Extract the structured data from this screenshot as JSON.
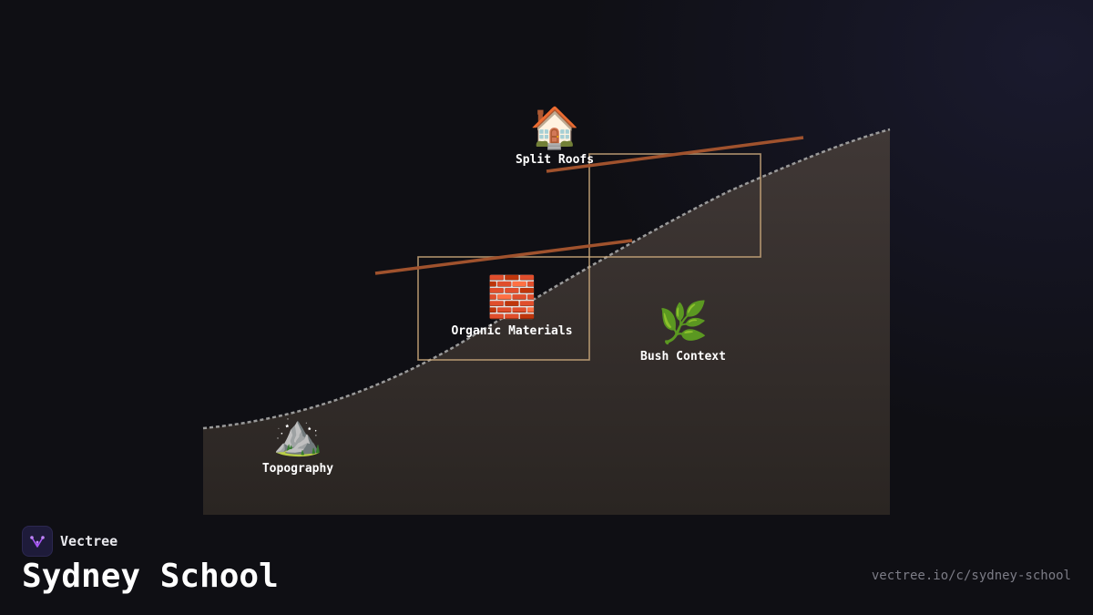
{
  "brand": {
    "name": "Vectree",
    "logo_icon": "tree-branch-icon",
    "logo_color": "#a855f7"
  },
  "page": {
    "title": "Sydney School",
    "url": "vectree.io/c/sydney-school"
  },
  "diagram": {
    "nodes": [
      {
        "id": "split-roofs",
        "emoji": "🏠",
        "label": "Split Roofs"
      },
      {
        "id": "organic-materials",
        "emoji": "🧱",
        "label": "Organic Materials"
      },
      {
        "id": "bush-context",
        "emoji": "🌿",
        "label": "Bush Context"
      },
      {
        "id": "topography",
        "emoji": "⛰️",
        "label": "Topography"
      }
    ],
    "colors": {
      "terrain_fill": "#3a3431",
      "terrain_edge": "#9a9a9a",
      "frame_stroke": "#c9a77a",
      "roof_stroke": "#a0522d"
    }
  }
}
